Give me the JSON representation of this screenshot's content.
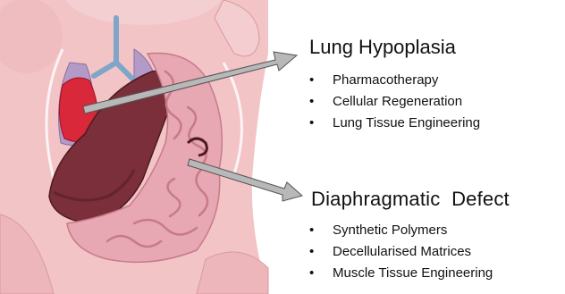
{
  "sections": [
    {
      "title": "Lung Hypoplasia",
      "items": [
        "Pharmacotherapy",
        "Cellular Regeneration",
        "Lung Tissue Engineering"
      ]
    },
    {
      "title": "Diaphragmatic  Defect",
      "items": [
        "Synthetic Polymers",
        "Decellularised Matrices",
        "Muscle Tissue Engineering"
      ]
    }
  ],
  "bullet": "•",
  "colors": {
    "skin": "#f2c4c6",
    "skin_shadow": "#d89a9e",
    "intestine": "#e7a7b3",
    "intestine_fold": "#c77a8a",
    "liver": "#7a2f3a",
    "lung_hypoplastic": "#d8283a",
    "lung_other": "#b49ac6",
    "arrow_fill": "#b8b8b8",
    "arrow_stroke": "#555555"
  }
}
